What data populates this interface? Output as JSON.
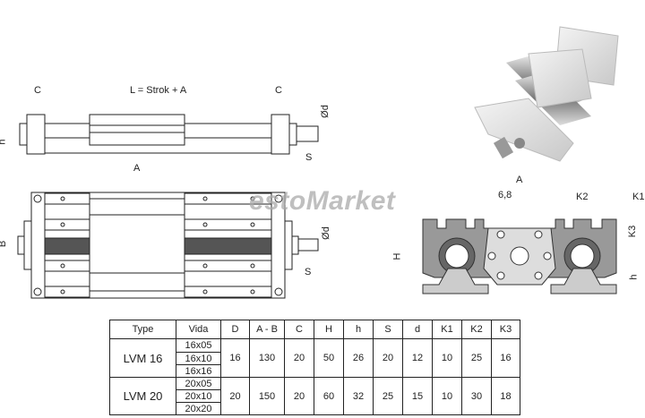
{
  "side_view": {
    "label_c_left": "C",
    "label_l": "L =  Strok + A",
    "label_c_right": "C",
    "label_d": "Ød",
    "label_h": "h",
    "label_s": "S",
    "label_a": "A"
  },
  "top_view": {
    "label_b": "B",
    "label_d": "Ød",
    "label_s": "S"
  },
  "cross_section": {
    "label_a": "A",
    "label_68": "6,8",
    "label_k2": "K2",
    "label_k1": "K1",
    "label_k3": "K3",
    "label_h_upper": "H",
    "label_h_lower": "h"
  },
  "watermark": "estoMarket",
  "table": {
    "headers": [
      "Type",
      "Vida",
      "D",
      "A - B",
      "C",
      "H",
      "h",
      "S",
      "d",
      "K1",
      "K2",
      "K3"
    ],
    "rows": [
      {
        "type": "LVM 16",
        "vida": [
          "16x05",
          "16x10",
          "16x16"
        ],
        "values": [
          "16",
          "130",
          "20",
          "50",
          "26",
          "20",
          "12",
          "10",
          "25",
          "16"
        ]
      },
      {
        "type": "LVM 20",
        "vida": [
          "20x05",
          "20x10",
          "20x20"
        ],
        "values": [
          "20",
          "150",
          "20",
          "60",
          "32",
          "25",
          "15",
          "10",
          "30",
          "18"
        ]
      }
    ]
  }
}
